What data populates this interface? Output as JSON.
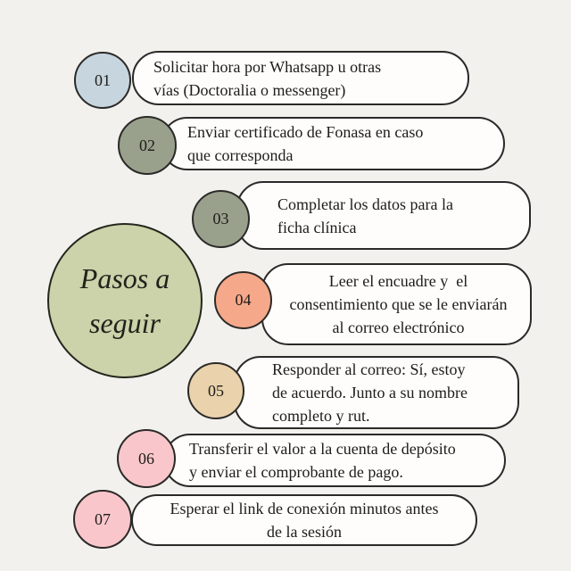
{
  "page": {
    "background_color": "#f2f1ee",
    "outline_color": "#2b2a28",
    "pill_fill_color": "#fefdfc",
    "text_color": "#1d1c1a"
  },
  "title_circle": {
    "label": "Pasos a\nseguir",
    "color": "#ccd2a9"
  },
  "steps": [
    {
      "number": "01",
      "color": "#c6d5de",
      "text": "Solicitar hora por Whatsapp u otras\nvías (Doctoralia o messenger)"
    },
    {
      "number": "02",
      "color": "#99a18c",
      "text": "Enviar certificado de Fonasa en caso\nque corresponda"
    },
    {
      "number": "03",
      "color": "#99a18c",
      "text": "Completar los datos para la\nficha clínica"
    },
    {
      "number": "04",
      "color": "#f6a98a",
      "text": "Leer el encuadre y  el\nconsentimiento que se le enviarán\nal correo electrónico"
    },
    {
      "number": "05",
      "color": "#ead2ac",
      "text": "Responder al correo: Sí, estoy\nde acuerdo. Junto a su nombre\ncompleto y rut."
    },
    {
      "number": "06",
      "color": "#f9c7cb",
      "text": "Transferir el valor a la cuenta de depósito\ny enviar el comprobante de pago."
    },
    {
      "number": "07",
      "color": "#f9c7cb",
      "text": "Esperar el link de conexión minutos antes\nde la sesión"
    }
  ]
}
